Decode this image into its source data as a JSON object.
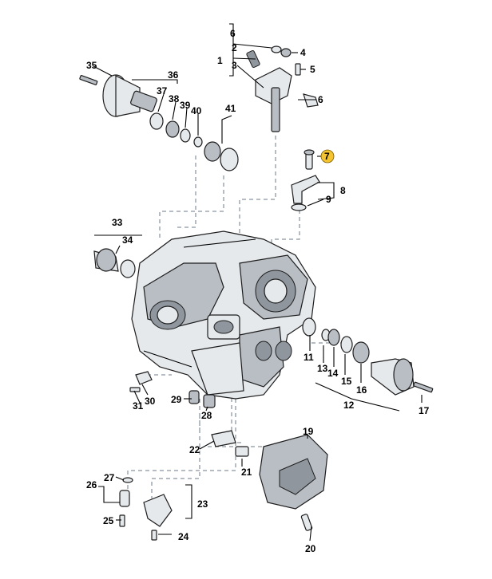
{
  "diagram": {
    "highlight_color": "#f4c430",
    "callouts": [
      "1",
      "2",
      "3",
      "4",
      "5",
      "6",
      "6",
      "7",
      "8",
      "9",
      "11",
      "12",
      "13",
      "14",
      "15",
      "16",
      "17",
      "19",
      "20",
      "21",
      "22",
      "23",
      "24",
      "25",
      "26",
      "27",
      "28",
      "29",
      "30",
      "31",
      "33",
      "34",
      "35",
      "36",
      "37",
      "38",
      "39",
      "40",
      "41"
    ]
  }
}
